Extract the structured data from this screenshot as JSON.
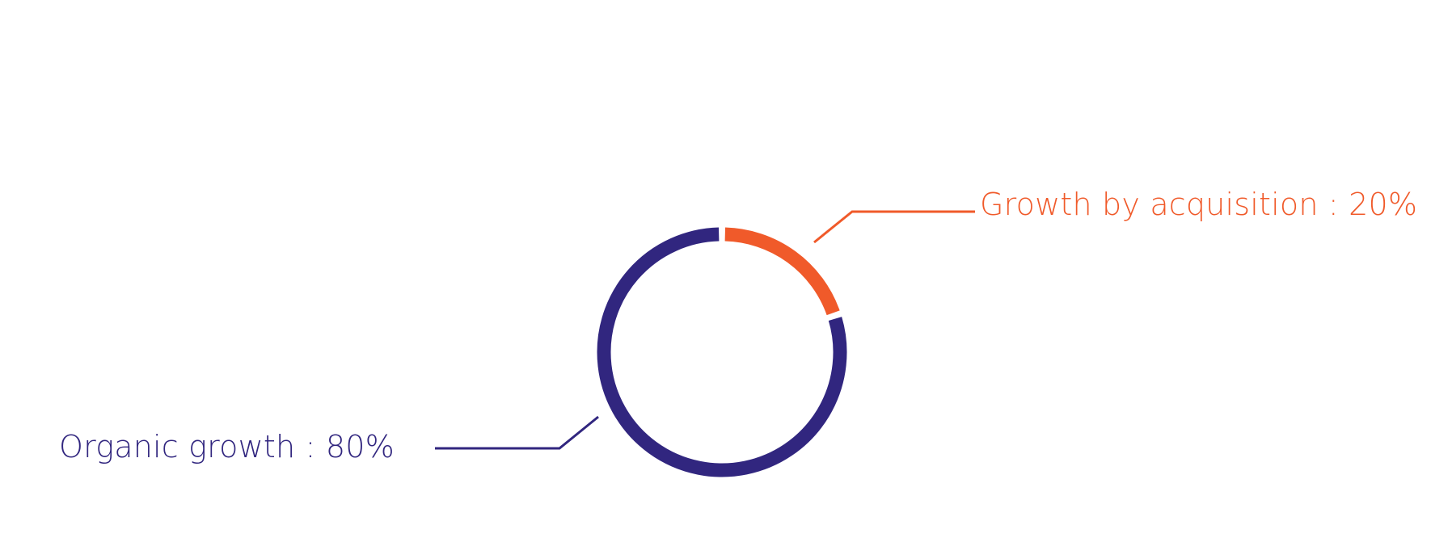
{
  "chart_data": {
    "type": "pie",
    "variant": "donut",
    "slices": [
      {
        "label": "Growth by acquisition : 20%",
        "value": 20,
        "color": "#f05a2a"
      },
      {
        "label": "Organic growth : 80%",
        "value": 80,
        "color": "#31267f"
      }
    ],
    "legend": "none"
  }
}
